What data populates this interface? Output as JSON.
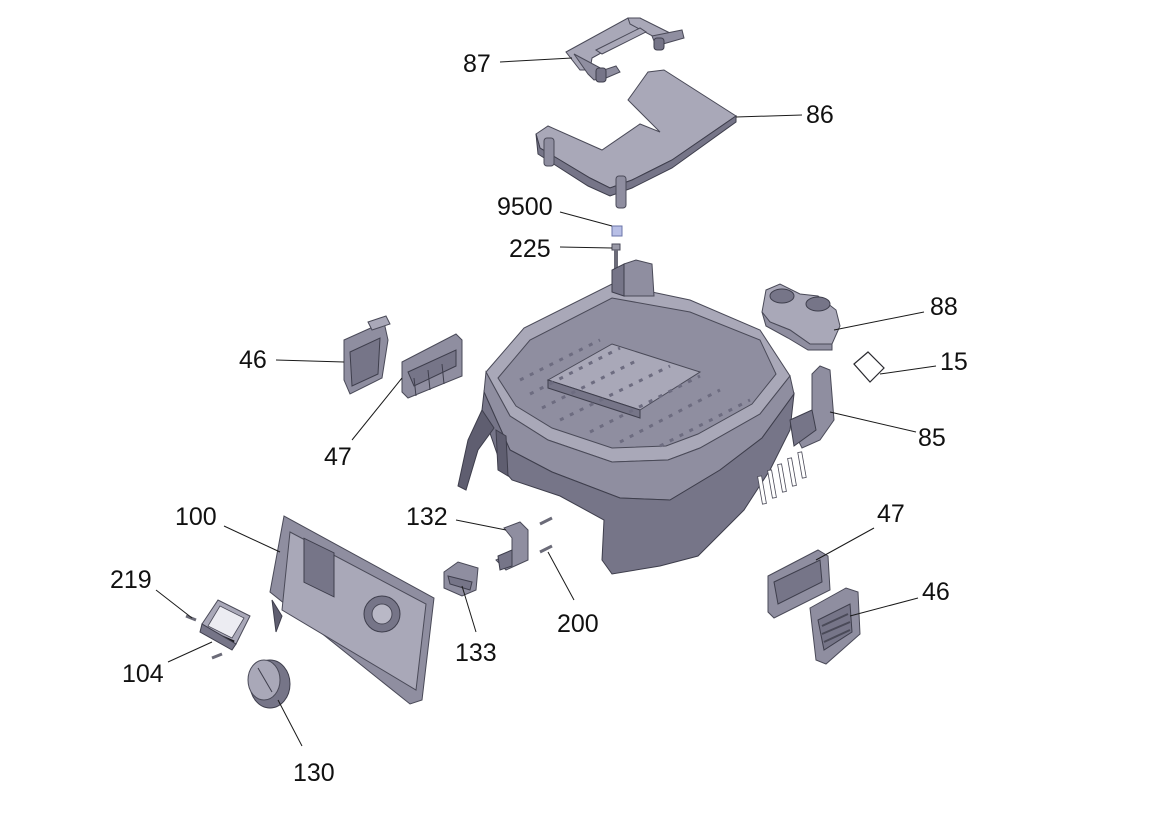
{
  "diagram": {
    "callouts": [
      {
        "id": "c87",
        "label": "87"
      },
      {
        "id": "c86",
        "label": "86"
      },
      {
        "id": "c9500",
        "label": "9500"
      },
      {
        "id": "c225",
        "label": "225"
      },
      {
        "id": "c88",
        "label": "88"
      },
      {
        "id": "c15",
        "label": "15"
      },
      {
        "id": "c85",
        "label": "85"
      },
      {
        "id": "c46a",
        "label": "46"
      },
      {
        "id": "c47a",
        "label": "47"
      },
      {
        "id": "c100",
        "label": "100"
      },
      {
        "id": "c132",
        "label": "132"
      },
      {
        "id": "c200",
        "label": "200"
      },
      {
        "id": "c133",
        "label": "133"
      },
      {
        "id": "c219",
        "label": "219"
      },
      {
        "id": "c104",
        "label": "104"
      },
      {
        "id": "c130",
        "label": "130"
      },
      {
        "id": "c47b",
        "label": "47"
      },
      {
        "id": "c46b",
        "label": "46"
      }
    ],
    "colors": {
      "part_fill": "#a9a8b8",
      "part_shade": "#767588",
      "outline": "#4a4a58",
      "leader_line": "#1a1a1a",
      "label_text": "#111111",
      "background": "#ffffff"
    }
  }
}
